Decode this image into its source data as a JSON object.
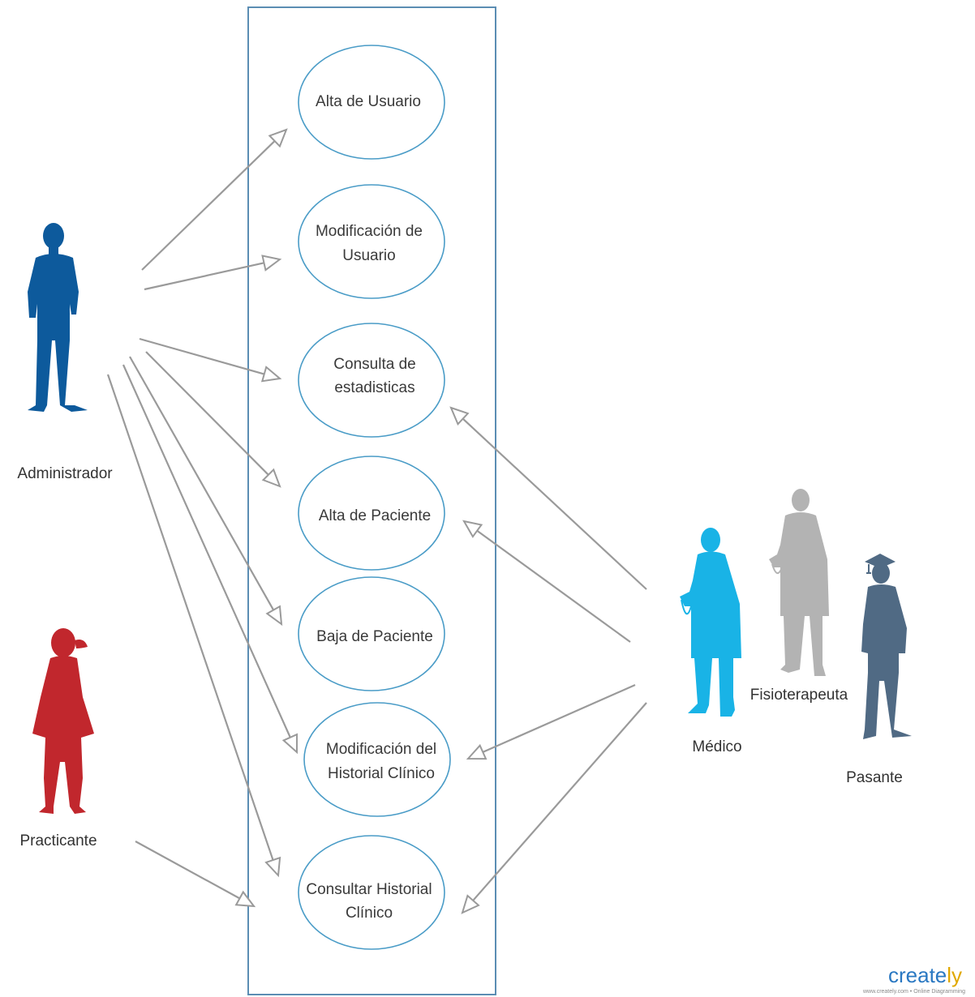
{
  "use_cases": [
    {
      "id": "alta-usuario",
      "lines": [
        "Alta de Usuario"
      ]
    },
    {
      "id": "modificacion-usuario",
      "lines": [
        "Modificación de",
        "Usuario"
      ]
    },
    {
      "id": "consulta-estadisticas",
      "lines": [
        "Consulta de",
        "estadisticas"
      ]
    },
    {
      "id": "alta-paciente",
      "lines": [
        "Alta de Paciente"
      ]
    },
    {
      "id": "baja-paciente",
      "lines": [
        "Baja de Paciente"
      ]
    },
    {
      "id": "modificacion-historial",
      "lines": [
        "Modificación del",
        "Historial Clínico"
      ]
    },
    {
      "id": "consultar-historial",
      "lines": [
        "Consultar Historial",
        "Clínico"
      ]
    }
  ],
  "actors": [
    {
      "id": "administrador",
      "label": "Administrador",
      "color": "#0d5a9c"
    },
    {
      "id": "practicante",
      "label": "Practicante",
      "color": "#c1272d"
    },
    {
      "id": "medico",
      "label": "Médico",
      "color": "#19b3e6"
    },
    {
      "id": "fisioterapeuta",
      "label": "Fisioterapeuta",
      "color": "#b3b3b3"
    },
    {
      "id": "pasante",
      "label": "Pasante",
      "color": "#506a84"
    }
  ],
  "associations": [
    {
      "from": "administrador",
      "to": "alta-usuario"
    },
    {
      "from": "administrador",
      "to": "modificacion-usuario"
    },
    {
      "from": "administrador",
      "to": "consulta-estadisticas"
    },
    {
      "from": "administrador",
      "to": "alta-paciente"
    },
    {
      "from": "administrador",
      "to": "baja-paciente"
    },
    {
      "from": "administrador",
      "to": "modificacion-historial"
    },
    {
      "from": "administrador",
      "to": "consultar-historial"
    },
    {
      "from": "practicante",
      "to": "consultar-historial"
    },
    {
      "from": "medico",
      "to": "consulta-estadisticas"
    },
    {
      "from": "medico",
      "to": "alta-paciente"
    },
    {
      "from": "medico",
      "to": "modificacion-historial"
    },
    {
      "from": "medico",
      "to": "consultar-historial"
    }
  ],
  "colors": {
    "system_border": "#5b8db3",
    "ellipse_stroke": "#4a9cc7",
    "arrow": "#9a9a9a"
  },
  "logo": {
    "main": "create",
    "accent": "ly",
    "tagline": "www.creately.com • Online Diagramming"
  }
}
